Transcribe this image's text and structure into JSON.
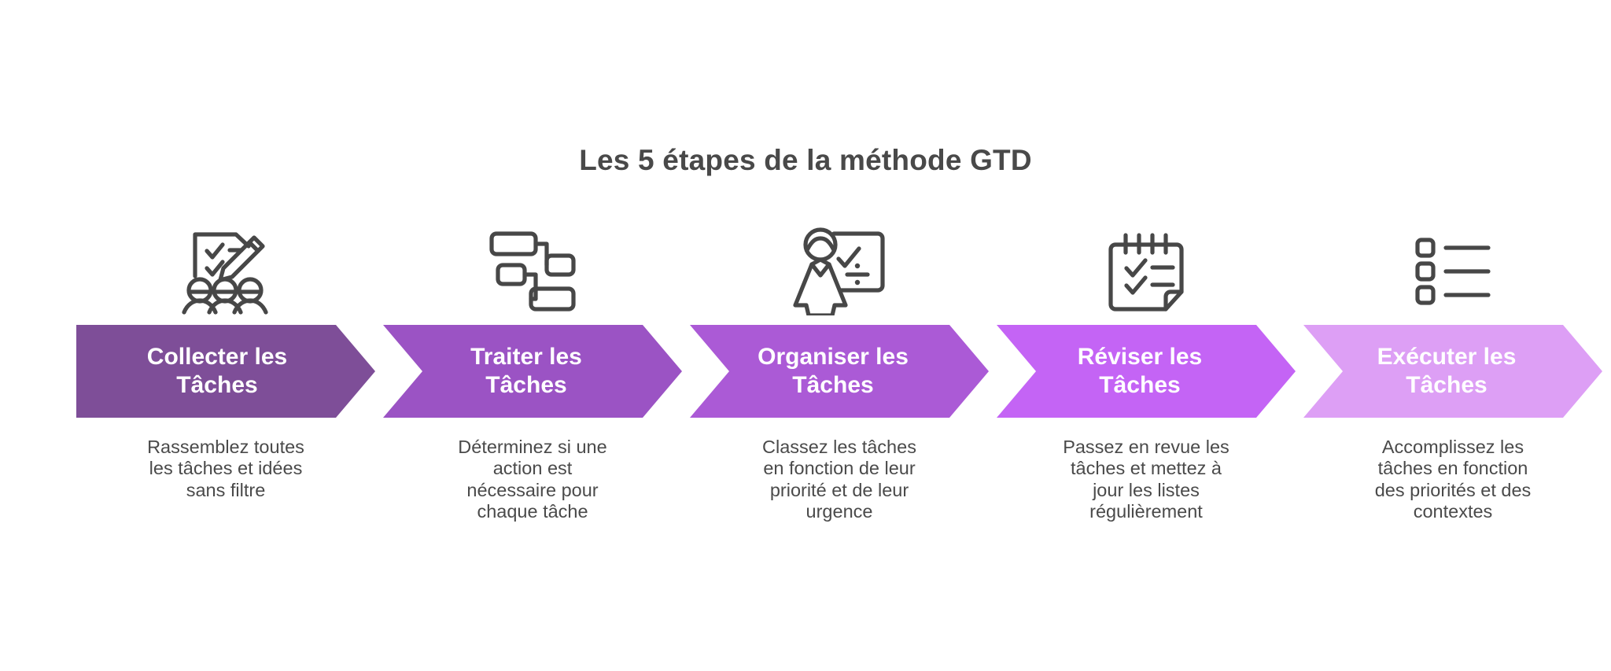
{
  "header": {
    "title": "Les 5 étapes de la méthode GTD"
  },
  "theme": {
    "background": "#ffffff",
    "title_color": "#494949",
    "description_color": "#4a4a4a",
    "icon_color": "#474747",
    "banner_text_color": "#ffffff"
  },
  "steps": [
    {
      "index": "1",
      "icon": "clipboard-checklist-pencil-people-icon",
      "label": "Collecter les\nTâches",
      "color": "#7e4e98",
      "description": "Rassemblez toutes\nles tâches et idées\nsans filtre"
    },
    {
      "index": "2",
      "icon": "flowchart-nodes-icon",
      "label": "Traiter les\nTâches",
      "color": "#9b53c4",
      "description": "Déterminez si une\naction est\nnécessaire pour\nchaque tâche"
    },
    {
      "index": "3",
      "icon": "person-presentation-board-icon",
      "label": "Organiser les\nTâches",
      "color": "#ab5ad6",
      "description": "Classez les tâches\nen fonction de leur\npriorité et de leur\nurgence"
    },
    {
      "index": "4",
      "icon": "notepad-checklist-icon",
      "label": "Réviser les\nTâches",
      "color": "#c464f5",
      "description": "Passez en revue les\ntâches et mettez à\njour les listes\nrégulièrement"
    },
    {
      "index": "5",
      "icon": "checkbox-list-icon",
      "label": "Exécuter les\nTâches",
      "color": "#dd9ff5",
      "description": "Accomplissez les\ntâches en fonction\ndes priorités et des\ncontextes"
    }
  ]
}
